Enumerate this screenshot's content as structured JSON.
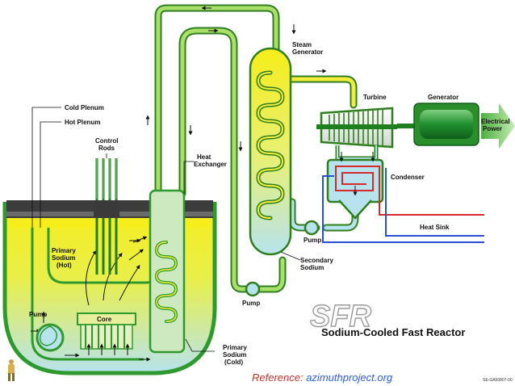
{
  "labels": {
    "steam_generator": [
      "Steam",
      "Generator"
    ],
    "turbine": "Turbine",
    "generator": "Generator",
    "electrical_power": [
      "Electrical",
      "Power"
    ],
    "condenser": "Condenser",
    "heat_sink": "Heat Sink",
    "cold_plenum": "Cold Plenum",
    "hot_plenum": "Hot Plenum",
    "control_rods": [
      "Control",
      "Rods"
    ],
    "heat_exchanger": [
      "Heat",
      "Exchanger"
    ],
    "primary_sodium_hot": [
      "Primary",
      "Sodium",
      "(Hot)"
    ],
    "pump_secondary": "Pump",
    "pump_condenser": "Pump",
    "pump_primary": "Pump",
    "secondary_sodium": [
      "Secondary",
      "Sodium"
    ],
    "core": "Core",
    "primary_sodium_cold": [
      "Primary",
      "Sodium",
      "(Cold)"
    ]
  },
  "logo": {
    "acronym": "SFR",
    "full_name": "Sodium-Cooled Fast Reactor",
    "doc_id": "SE-GA50807-00"
  },
  "reference": {
    "prefix": "Reference: ",
    "link": "azimuthproject.org"
  },
  "colors": {
    "hot_sodium": "#f2e800",
    "cold_sodium": "#b7e3ef",
    "reactor_vessel": "#2e9a2e",
    "piping": "#9ed85a",
    "condenser_hot": "#d42a2a",
    "condenser_cold": "#2a4fd4",
    "arrow_power": "#4caf3f"
  }
}
